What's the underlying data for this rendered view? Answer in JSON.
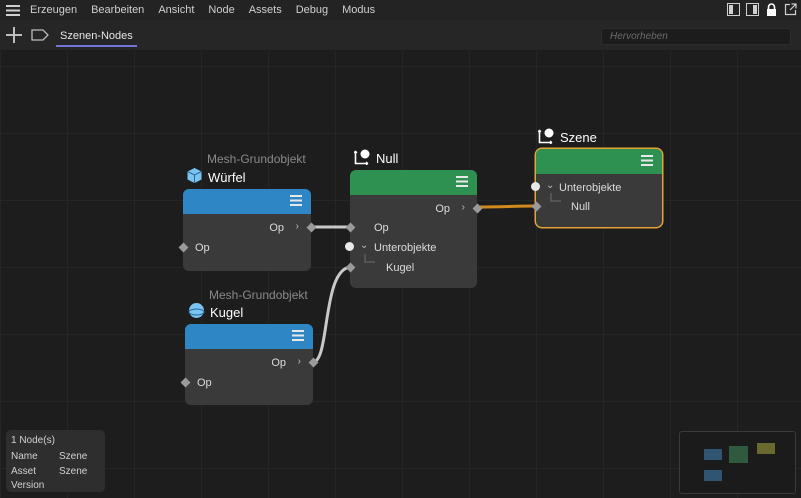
{
  "menubar": {
    "items": [
      "Erzeugen",
      "Bearbeiten",
      "Ansicht",
      "Node",
      "Assets",
      "Debug",
      "Modus"
    ],
    "icons": [
      "layout-left-icon",
      "layout-right-icon",
      "lock-icon",
      "popout-icon"
    ]
  },
  "tabbar": {
    "tab_label": "Szenen-Nodes",
    "search_placeholder": "Hervorheben"
  },
  "nodes": {
    "cube": {
      "type": "Mesh-Grundobjekt",
      "name": "Würfel",
      "out_port": "Op",
      "in_port": "Op"
    },
    "sphere": {
      "type": "Mesh-Grundobjekt",
      "name": "Kugel",
      "out_port": "Op",
      "in_port": "Op"
    },
    "null": {
      "name": "Null",
      "out_port": "Op",
      "in_port": "Op",
      "children_label": "Unterobjekte",
      "child": "Kugel"
    },
    "scene": {
      "name": "Szene",
      "children_label": "Unterobjekte",
      "child": "Null"
    }
  },
  "colors": {
    "mesh_header": "#2f86c4",
    "object_header": "#2e9152",
    "selection_outline": "#e3a53a",
    "active_wire": "#d08a1e",
    "tab_underline": "#6f74d6"
  },
  "info_panel": {
    "count": "1 Node(s)",
    "name_label": "Name",
    "name_value": "Szene",
    "asset_label": "Asset",
    "asset_value": "Szene",
    "version_label": "Version"
  }
}
